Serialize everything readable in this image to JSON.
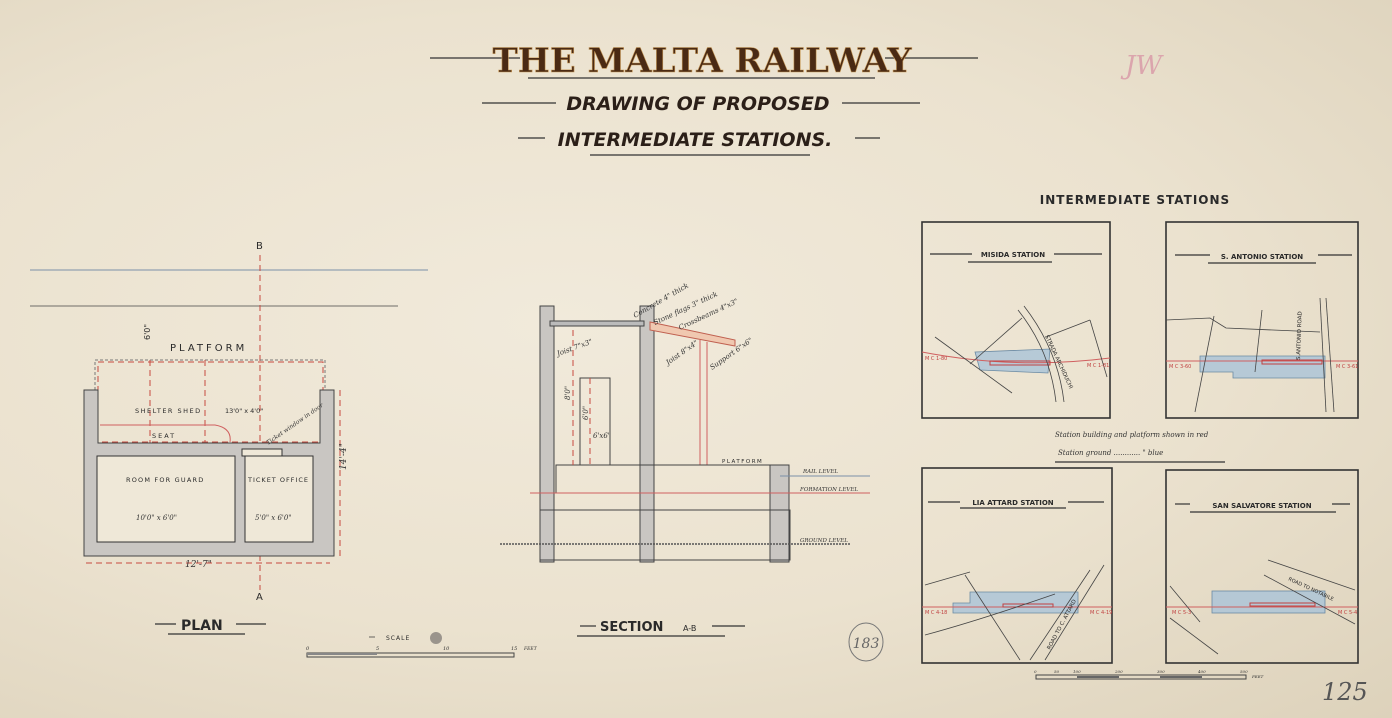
{
  "title": {
    "main": "THE MALTA RAILWAY",
    "line2": "DRAWING OF PROPOSED",
    "line3": "INTERMEDIATE STATIONS."
  },
  "plan": {
    "heading": "PLAN",
    "section_marker_top": "B",
    "section_marker_bottom": "A",
    "platform": "PLATFORM",
    "platform_dim": "6'0\"",
    "shelter_shed": "SHELTER SHED",
    "shelter_dim": "13'0\" x 4'0\"",
    "seat": "SEAT",
    "ticket_window": "Ticket window in door",
    "room_for_guard": "ROOM FOR GUARD",
    "room_dim": "10'0\" x 6'0\"",
    "ticket_office": "TICKET OFFICE",
    "office_dim": "5'0\" x 6'0\"",
    "width_dim": "12'-7\"",
    "depth_dim": "14'-4\""
  },
  "section": {
    "heading": "SECTION",
    "suffix": "A-B",
    "concrete": "Concrete 4\" thick",
    "stone_flags": "Stone flags 3\" thick",
    "crossbeams": "Crossbeams 4\"x3\"",
    "joist": "Joist 7\"x3\"",
    "joist2": "Joist 8\"x4\"",
    "support": "Support 6\"x6\"",
    "height1": "8'0\"",
    "height2": "6'0\"",
    "door": "6'x6'",
    "platform": "PLATFORM",
    "rail_level": "RAIL LEVEL",
    "formation_level": "FORMATION LEVEL",
    "ground_level": "GROUND LEVEL"
  },
  "scale_small": {
    "label": "SCALE",
    "ticks": [
      "0",
      "5",
      "10",
      "15"
    ],
    "unit": "FEET"
  },
  "stations": {
    "heading": "INTERMEDIATE STATIONS",
    "panels": [
      {
        "name": "MISIDA STATION",
        "road": "STRADA ARCHIDUCHI",
        "mile_left": "M C\n1-80",
        "mile_right": "M C\n1-81"
      },
      {
        "name": "S. ANTONIO STATION",
        "road": "S.ANTONIO ROAD",
        "mile_left": "M C\n3-60",
        "mile_right": "M C\n3-61"
      },
      {
        "name": "LIA ATTARD STATION",
        "road": "ROAD TO C. ATTARD",
        "mile_left": "M C\n4-18",
        "mile_right": "M C\n4-19"
      },
      {
        "name": "SAN SALVATORE STATION",
        "road": "ROAD TO NOTABILE",
        "mile_left": "M C\n5-3",
        "mile_right": "M C\n5-4"
      }
    ],
    "legend_line1": "Station building and platform shown in red",
    "legend_line2": "Station ground ............ \" blue"
  },
  "scale_large": {
    "ticks": [
      "0",
      "50",
      "100",
      "200",
      "300",
      "400",
      "500"
    ],
    "unit": "FEET"
  },
  "annotations": {
    "stamp_number": "183",
    "page_number": "125",
    "initials": "JW"
  },
  "colors": {
    "paper": "#ebe2cf",
    "ink": "#333333",
    "red_ink": "#c74a40",
    "blue_wash": "#a9c3d8",
    "wall_grey": "#c9c6c2"
  }
}
